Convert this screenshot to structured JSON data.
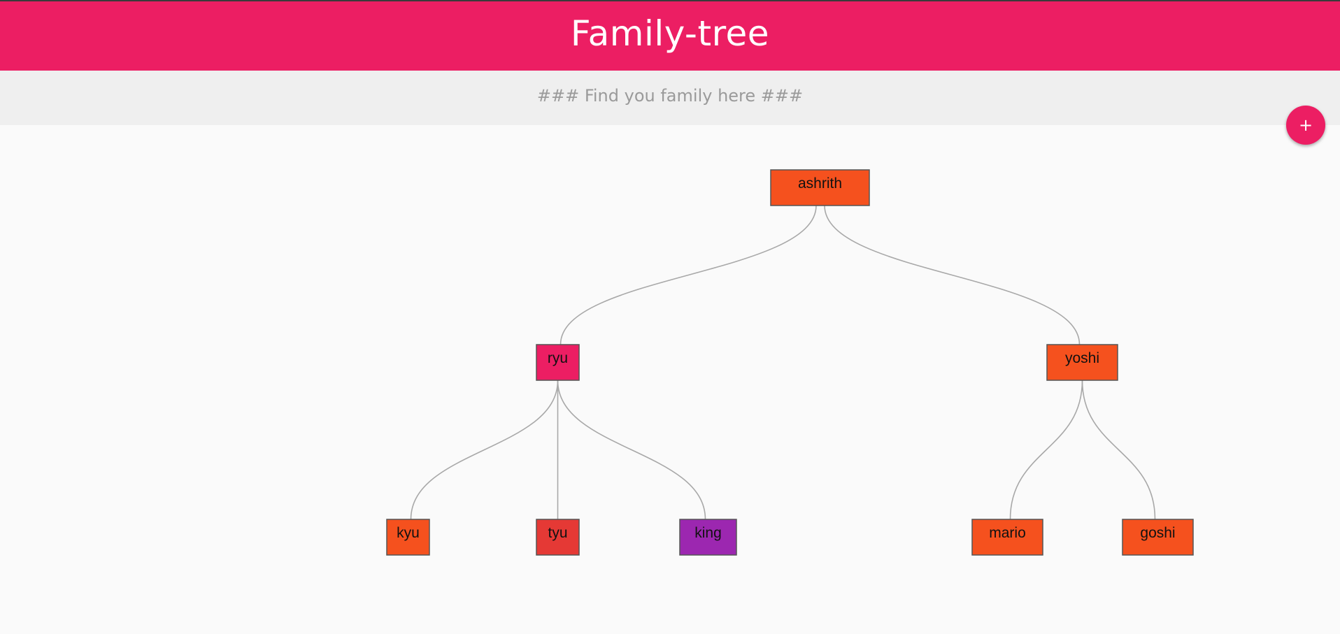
{
  "header": {
    "title": "Family-tree"
  },
  "search_bar": {
    "text": "### Find you family here ###"
  },
  "add_button": {
    "label": "+"
  },
  "tree": {
    "nodes": [
      {
        "id": "ashrith",
        "label": "ashrith",
        "color": "#f5511e"
      },
      {
        "id": "ryu",
        "label": "ryu",
        "color": "#ec1e63",
        "parent": "ashrith"
      },
      {
        "id": "yoshi",
        "label": "yoshi",
        "color": "#f5511e",
        "parent": "ashrith"
      },
      {
        "id": "kyu",
        "label": "kyu",
        "color": "#f5511e",
        "parent": "ryu"
      },
      {
        "id": "tyu",
        "label": "tyu",
        "color": "#e53935",
        "parent": "ryu"
      },
      {
        "id": "king",
        "label": "king",
        "color": "#9c27b0",
        "parent": "ryu"
      },
      {
        "id": "mario",
        "label": "mario",
        "color": "#f5511e",
        "parent": "yoshi"
      },
      {
        "id": "goshi",
        "label": "goshi",
        "color": "#f5511e",
        "parent": "yoshi"
      }
    ]
  }
}
